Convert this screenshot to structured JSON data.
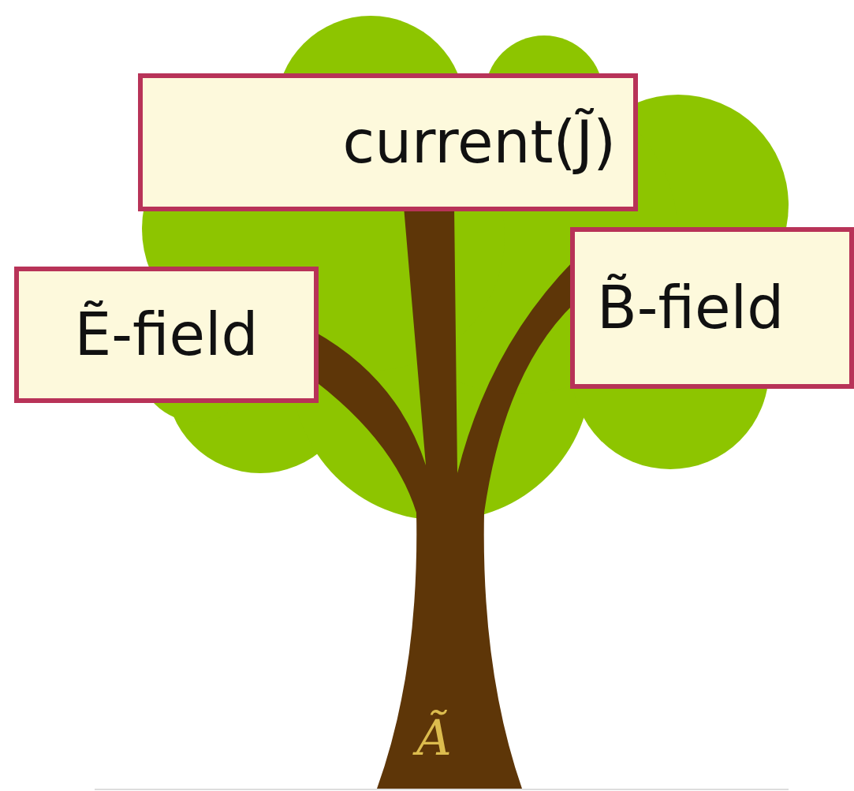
{
  "diagram": {
    "nodes": [
      {
        "text": [
          "current(J̃)"
        ]
      },
      {
        "text": [
          "Ẽ-field"
        ]
      },
      {
        "text": [
          "B̃-field"
        ]
      }
    ],
    "labels": [
      "Ã"
    ]
  }
}
